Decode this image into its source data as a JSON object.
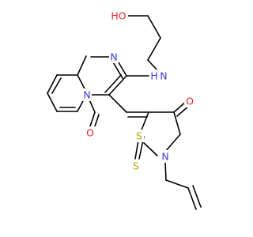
{
  "molecule": {
    "atoms": {
      "O_hydroxyl": {
        "symbol": "HO",
        "color": "#e4262a"
      },
      "N_amine": {
        "symbol": "H N",
        "color": "#3a3ad6"
      },
      "N_pyrimidine": {
        "symbol": "N",
        "color": "#3a3ad6"
      },
      "N_bridge": {
        "symbol": "N",
        "color": "#3a3ad6"
      },
      "O_pyrimidinone": {
        "symbol": "O",
        "color": "#e4262a"
      },
      "S_ring": {
        "symbol": "S",
        "color": "#b8a800"
      },
      "O_thiazolidinone": {
        "symbol": "O",
        "color": "#e4262a"
      },
      "N_thiazolidine": {
        "symbol": "N",
        "color": "#3a3ad6"
      },
      "S_thione": {
        "symbol": "S",
        "color": "#b8a800"
      }
    }
  }
}
